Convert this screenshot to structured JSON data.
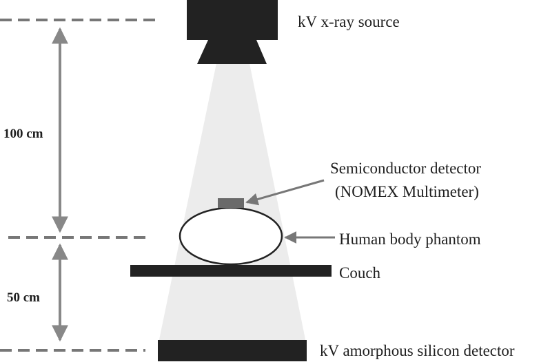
{
  "labels": {
    "source": "kV x-ray source",
    "detector_line1": "Semiconductor detector",
    "detector_line2": "(NOMEX Multimeter)",
    "phantom": "Human body phantom",
    "couch": "Couch",
    "imager": "kV amorphous silicon detector",
    "dist_upper": "100 cm",
    "dist_lower": "50 cm"
  },
  "colors": {
    "dark": "#222222",
    "beam": "#ececec",
    "arrow": "#888888",
    "dash": "#777777",
    "text": "#1f1f1f"
  }
}
